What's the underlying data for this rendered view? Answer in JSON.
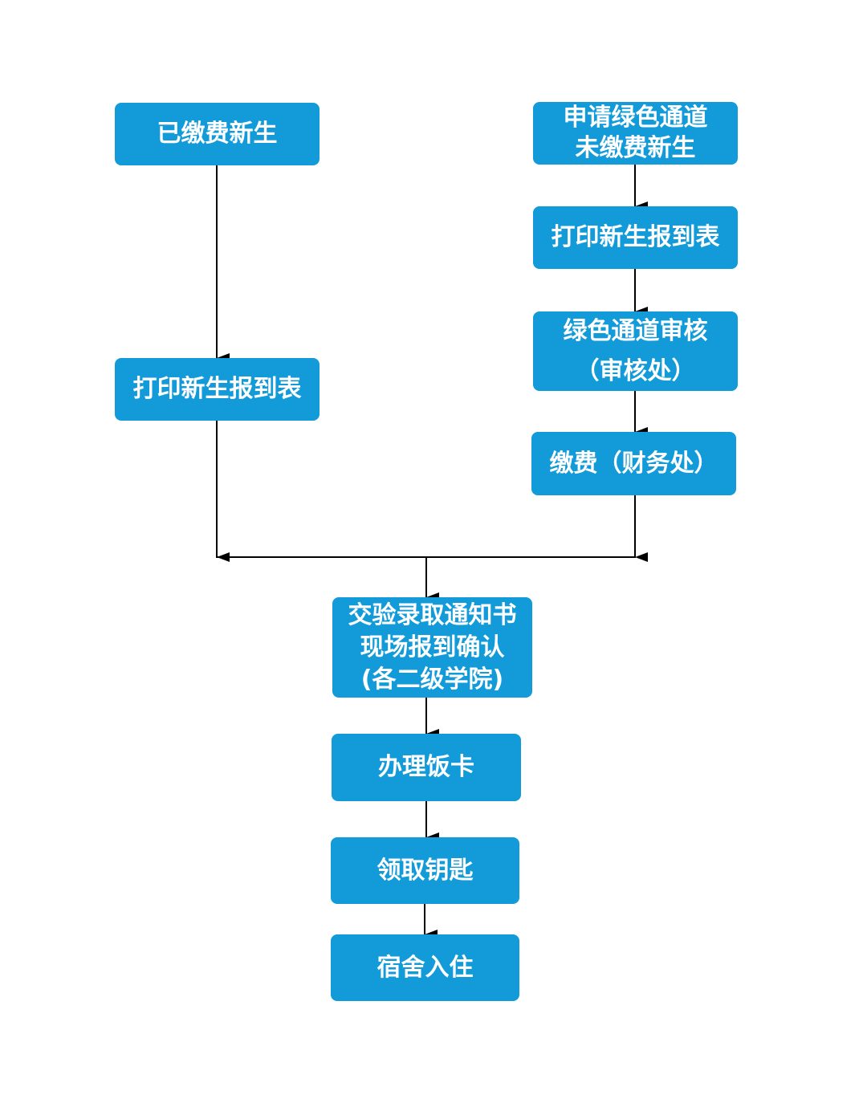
{
  "diagram": {
    "nodes": {
      "paid_new_students": {
        "lines": [
          "已缴费新生"
        ]
      },
      "print_form_left": {
        "lines": [
          "打印新生报到表"
        ]
      },
      "green_channel_applicant": {
        "lines": [
          "申请绿色通道",
          "未缴费新生"
        ]
      },
      "print_form_right": {
        "lines": [
          "打印新生报到表"
        ]
      },
      "green_channel_review": {
        "lines": [
          "绿色通道审核",
          "（审核处）"
        ]
      },
      "payment_finance": {
        "lines": [
          "缴费（财务处）"
        ]
      },
      "submit_admission_notice": {
        "lines": [
          "交验录取通知书",
          "现场报到确认",
          "(各二级学院)"
        ]
      },
      "meal_card": {
        "lines": [
          "办理饭卡"
        ]
      },
      "collect_keys": {
        "lines": [
          "领取钥匙"
        ]
      },
      "dorm_check_in": {
        "lines": [
          "宿舍入住"
        ]
      }
    },
    "colors": {
      "node_fill": "#129ad9",
      "node_text": "#ffffff",
      "connector": "#000000"
    }
  }
}
